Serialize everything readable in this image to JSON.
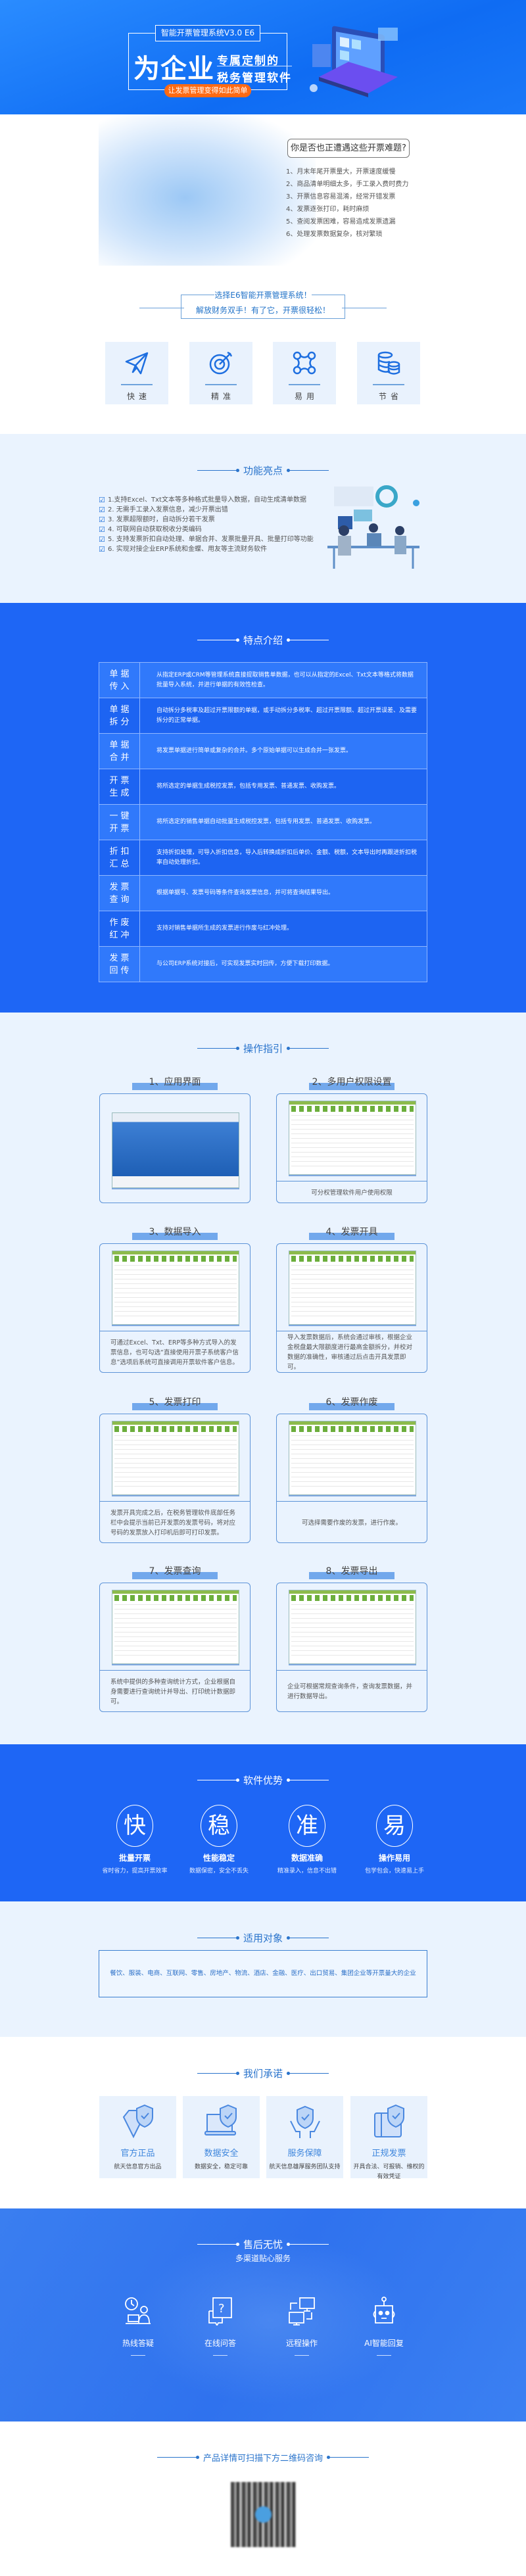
{
  "hero": {
    "version_label": "智能开票管理系统V3.0  E6",
    "headline": "为企业",
    "subline_1": "专属定制的",
    "subline_2": "税务管理软件",
    "cta": "让发票管理变得如此简单",
    "accent_color": "#1a78f8",
    "cta_color": "#ff6a13"
  },
  "problems": {
    "question": "你是否也正遭遇这些开票难题?",
    "items": [
      "1、月末年尾开票量大，开票速度缓慢",
      "2、商品清单明细太多，手工录入费时费力",
      "3、开票信息容易混淆，经常开错发票",
      "4、发票逐张打印，耗时麻烦",
      "5、查阅发票困难，容易造成发票遗漏",
      "6、处理发票数据复杂，核对繁琐"
    ]
  },
  "choose": {
    "line_1": "选择E6智能开票管理系统！",
    "line_2": "解放财务双手！有了它，开票很轻松！",
    "features": [
      {
        "icon": "paper-plane-icon",
        "label": "快速"
      },
      {
        "icon": "target-icon",
        "label": "精准"
      },
      {
        "icon": "network-nodes-icon",
        "label": "易用"
      },
      {
        "icon": "coins-database-icon",
        "label": "节省"
      }
    ]
  },
  "highlights": {
    "title": "功能亮点",
    "items": [
      "1.支持Excel、Txt文本等多种格式批量导入数据，自动生成清单数据",
      "2. 无需手工录入发票信息，减少开票出错",
      "3. 发票超限额时，自动拆分若干发票",
      "4. 可联网自动获取税收分类编码",
      "5. 支持发票折扣自动处理、单据合并、发票批量开具、批量打印等功能",
      "6. 实现对接企业ERP系统和金蝶、用友等主流财务软件"
    ]
  },
  "features": {
    "title": "特点介绍",
    "rows": [
      {
        "key": "单据传入",
        "desc": "从指定ERP或CRM等管理系统直接提取销售单数据，也可以从指定的Excel、Txt文本等格式将数据批量导入系统，并进行单据的有效性检查。"
      },
      {
        "key": "单据拆分",
        "desc": "自动拆分多税率及超过开票限额的单据，或手动拆分多税率、超过开票限额、超过开票误差、及需要拆分的正常单据。"
      },
      {
        "key": "单据合并",
        "desc": "将发票单据进行简单或复杂的合并。多个原始单据可以生成合并一张发票。"
      },
      {
        "key": "开票生成",
        "desc": "将所选定的单据生成税控发票，包括专用发票、普通发票、收购发票。"
      },
      {
        "key": "一键开票",
        "desc": "将所选定的销售单据自动批量生成税控发票，包括专用发票、普通发票、收购发票。"
      },
      {
        "key": "折扣汇总",
        "desc": "支持折扣处理，可导入折扣信息，导入后转换成折扣后单价、金额、税额，文本导出时再跟进折扣税率自动处理折扣。"
      },
      {
        "key": "发票查询",
        "desc": "根据单据号、发票号码等条件查询发票信息，并可将查询结果导出。"
      },
      {
        "key": "作废红冲",
        "desc": "支持对销售单据所生成的发票进行作废与红冲处理。"
      },
      {
        "key": "发票回传",
        "desc": "与公司ERP系统对接后，可实现发票实时回传，方便下载打印数据。"
      }
    ]
  },
  "guide": {
    "title": "操作指引",
    "steps": [
      {
        "title": "1、应用界面",
        "caption": ""
      },
      {
        "title": "2、多用户权限设置",
        "caption": "可分权管理软件用户使用权限"
      },
      {
        "title": "3、数据导入",
        "caption": "可通过Excel、Txt、ERP等多种方式导入的发票信息，也可勾选“直接使用开票子系统客户信息”选项后系统可直接调用开票软件客户信息。"
      },
      {
        "title": "4、发票开具",
        "caption": "导入发票数据后，系统会通过审核，根据企业金税盘最大限额度进行最高金额拆分，并校对数据的准确性，审核通过后点击开具发票即可。"
      },
      {
        "title": "5、发票打印",
        "caption": "发票开具完成之后，在税务管理软件底部任务栏中会提示当前已开发票的发票号码，将对应号码的发票放入打印机后即可打印发票。"
      },
      {
        "title": "6、发票作废",
        "caption": "可选择需要作废的发票，进行作废。"
      },
      {
        "title": "7、发票查询",
        "caption": "系统中提供的多种查询统计方式，企业根据自身需要进行查询统计并导出、打印统计数据即可。"
      },
      {
        "title": "8、发票导出",
        "caption": "企业可根据常规查询条件，查询发票数据，并进行数据导出。"
      }
    ]
  },
  "advantages": {
    "title": "软件优势",
    "items": [
      {
        "char": "快",
        "title": "批量开票",
        "desc": "省时省力，提高开票效率"
      },
      {
        "char": "稳",
        "title": "性能稳定",
        "desc": "数据保密，安全不丢失"
      },
      {
        "char": "准",
        "title": "数据准确",
        "desc": "精准录入，信息不出错"
      },
      {
        "char": "易",
        "title": "操作易用",
        "desc": "包学包会，快速易上手"
      }
    ]
  },
  "targets": {
    "title": "适用对象",
    "text": "餐饮、服装、电商、互联网、零售、房地产、物流、酒店、金融、医疗、出口贸易、集团企业等开票量大的企业"
  },
  "promise": {
    "title": "我们承诺",
    "items": [
      {
        "icon": "diamond-shield-icon",
        "title": "官方正品",
        "desc": "航天信息官方出品"
      },
      {
        "icon": "laptop-shield-icon",
        "title": "数据安全",
        "desc": "数据安全，稳定可靠"
      },
      {
        "icon": "hands-shield-icon",
        "title": "服务保障",
        "desc": "航天信息雄厚服务团队支持"
      },
      {
        "icon": "invoice-shield-icon",
        "title": "正规发票",
        "desc": "开具合法、可报销、维权的有效凭证"
      }
    ]
  },
  "service": {
    "title": "售后无忧",
    "subtitle": "多渠道贴心服务",
    "items": [
      {
        "icon": "hotline-agent-icon",
        "label": "热线答疑"
      },
      {
        "icon": "chat-question-icon",
        "label": "在线问答"
      },
      {
        "icon": "remote-computers-icon",
        "label": "远程操作"
      },
      {
        "icon": "robot-icon",
        "label": "AI智能回复"
      }
    ]
  },
  "contact": {
    "title": "产品详情可扫描下方二维码咨询"
  }
}
